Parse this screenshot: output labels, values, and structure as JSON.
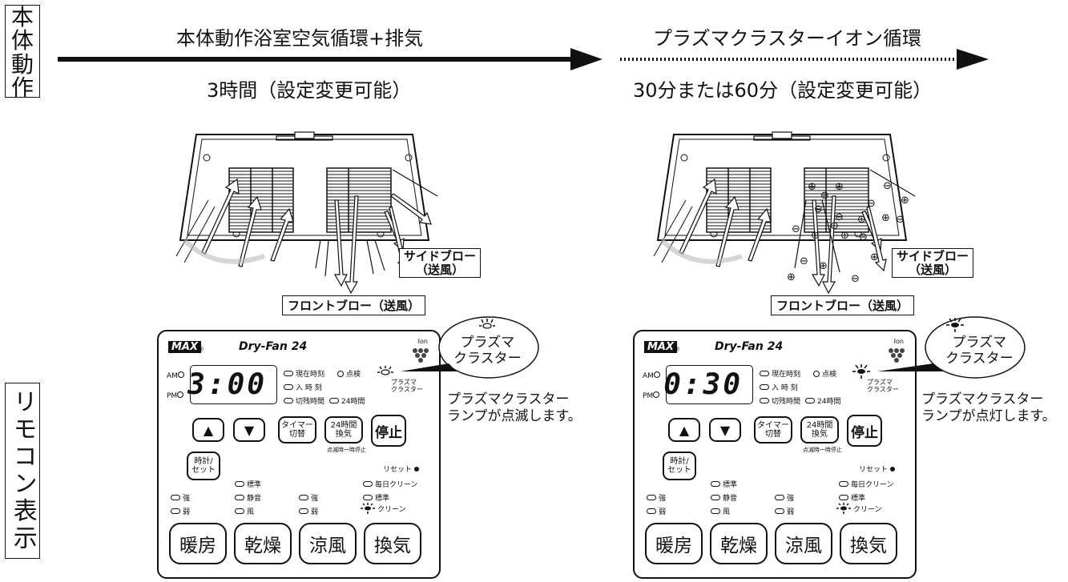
{
  "side_labels": {
    "top": "本体動作",
    "bottom": "リモコン表示"
  },
  "left": {
    "heading": "本体動作浴室空気循環+排気",
    "duration": "3時間（設定変更可能）",
    "side_blow": [
      "サイドブロー",
      "（送風）"
    ],
    "front_blow": "フロントブロー（送風）",
    "caption": [
      "プラズマクラスター",
      "ランプが点滅します。"
    ],
    "lcd_time": "3:00"
  },
  "right": {
    "heading": "プラズマクラスターイオン循環",
    "duration": "30分または60分（設定変更可能）",
    "side_blow": [
      "サイドブロー",
      "（送風）"
    ],
    "front_blow": "フロントブロー（送風）",
    "caption": [
      "プラズマクラスター",
      "ランプが点灯します。"
    ],
    "lcd_time": "0:30"
  },
  "bubble": [
    "プラズマ",
    "クラスター"
  ],
  "remote": {
    "brand": "MAX",
    "reg": "®",
    "model": "Dry-Fan 24",
    "ion": "Ion",
    "am": "AM",
    "pm": "PM",
    "status_current": "現在時刻",
    "status_check": "点検",
    "status_on": "入 時 刻",
    "status_off": "切残時間",
    "status_24": "24時間",
    "plasma": [
      "プラズマ",
      "クラスター"
    ],
    "up": "▲",
    "down": "▼",
    "timer": [
      "タイマー",
      "切替"
    ],
    "vent24": [
      "24時間",
      "換気"
    ],
    "stop": "停止",
    "blink_note": "点滅時一時停止",
    "clock": [
      "時計/",
      "セット"
    ],
    "reset": "リセット",
    "mode_standard_top": "標準",
    "mode_daily_clean": "毎日クリーン",
    "mode_strong": "強",
    "mode_quiet": "静音",
    "mode_strong2": "強",
    "mode_standard": "標準",
    "mode_weak": "弱",
    "mode_wind": "風",
    "mode_weak2": "弱",
    "mode_clean": "クリーン",
    "heating": "暖房",
    "drying": "乾燥",
    "cool": "涼風",
    "vent": "換気"
  },
  "ion_symbols": {
    "plus": "⊕",
    "minus": "⊖"
  }
}
